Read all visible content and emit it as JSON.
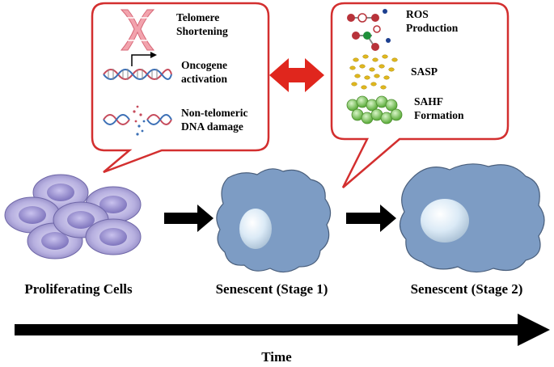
{
  "callout_left": {
    "items": [
      {
        "lines": [
          "Telomere",
          "Shortening"
        ],
        "icon": "chromosome-icon"
      },
      {
        "lines": [
          "Oncogene",
          "activation"
        ],
        "icon": "dna-helix-arrow-icon"
      },
      {
        "lines": [
          "Non-telomeric",
          "DNA damage"
        ],
        "icon": "broken-dna-icon"
      }
    ]
  },
  "callout_right": {
    "items": [
      {
        "lines": [
          "ROS",
          "Production"
        ],
        "icon": "ros-molecules-icon"
      },
      {
        "lines": [
          "SASP"
        ],
        "icon": "secreted-particles-icon"
      },
      {
        "lines": [
          "SAHF",
          "Formation"
        ],
        "icon": "heterochromatin-foci-icon"
      }
    ]
  },
  "stages": {
    "proliferating": "Proliferating Cells",
    "stage1": "Senescent (Stage 1)",
    "stage2": "Senescent (Stage 2)"
  },
  "timeline": {
    "label": "Time"
  },
  "colors": {
    "callout_border": "#d32f2f",
    "double_arrow": "#e0261d",
    "cell_body": "#7d9cc4",
    "proliferating_cell": "#b9b3e3",
    "nucleus": "#d8eaf7",
    "arrow": "#000000"
  }
}
